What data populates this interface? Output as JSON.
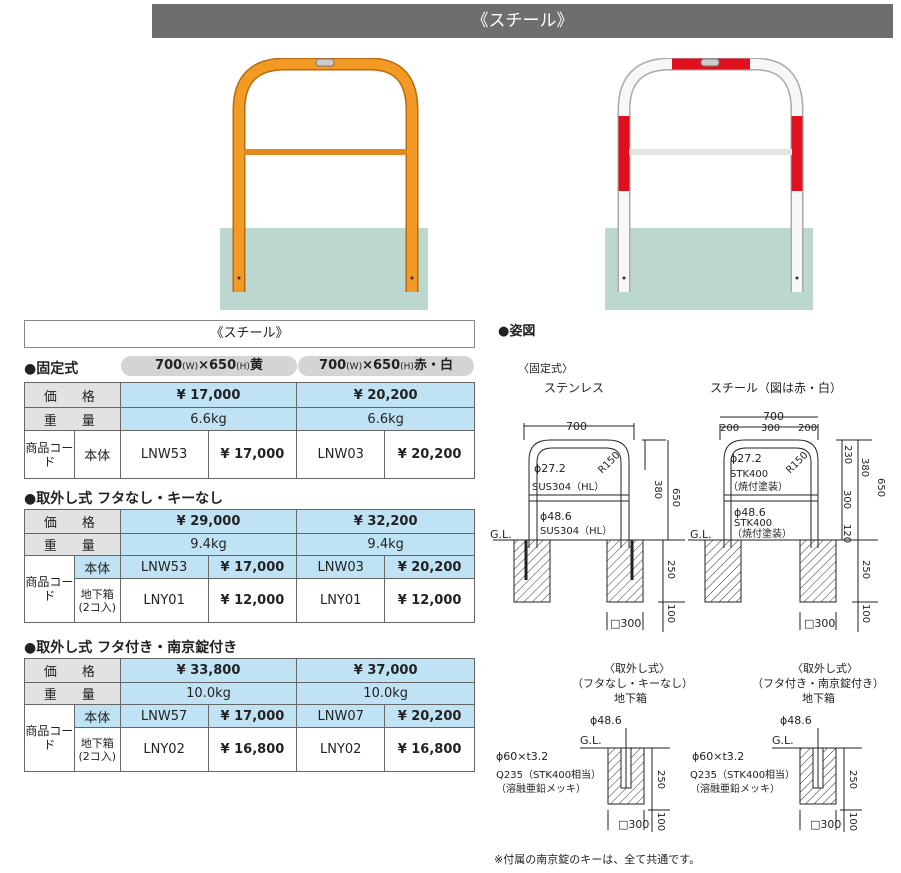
{
  "banner": "《スチール》",
  "table_title": "《スチール》",
  "pills": [
    {
      "size": "700",
      "w": "(W)",
      "x": "×",
      "h_val": "650",
      "h": "(H)",
      "color": "黄"
    },
    {
      "size": "700",
      "w": "(W)",
      "x": "×",
      "h_val": "650",
      "h": "(H)",
      "color": "赤・白"
    }
  ],
  "sections": [
    {
      "heading": "●固定式",
      "price_label": "価　格",
      "weight_label": "重　量",
      "code_label": "商品コード",
      "body_label": "本体",
      "prices": [
        "¥ 17,000",
        "¥ 20,200"
      ],
      "weights": [
        "6.6kg",
        "6.6kg"
      ],
      "body": [
        [
          "LNW53",
          "¥ 17,000"
        ],
        [
          "LNW03",
          "¥ 20,200"
        ]
      ]
    },
    {
      "heading": "●取外し式 フタなし・キーなし",
      "price_label": "価　格",
      "weight_label": "重　量",
      "code_label": "商品コード",
      "body_label": "本体",
      "box_label": "地下箱",
      "box_sub": "(2コ入)",
      "prices": [
        "¥ 29,000",
        "¥ 32,200"
      ],
      "weights": [
        "9.4kg",
        "9.4kg"
      ],
      "body": [
        [
          "LNW53",
          "¥ 17,000"
        ],
        [
          "LNW03",
          "¥ 20,200"
        ]
      ],
      "box": [
        [
          "LNY01",
          "¥ 12,000"
        ],
        [
          "LNY01",
          "¥ 12,000"
        ]
      ]
    },
    {
      "heading": "●取外し式 フタ付き・南京錠付き",
      "price_label": "価　格",
      "weight_label": "重　量",
      "code_label": "商品コード",
      "body_label": "本体",
      "box_label": "地下箱",
      "box_sub": "(2コ入)",
      "prices": [
        "¥ 33,800",
        "¥ 37,000"
      ],
      "weights": [
        "10.0kg",
        "10.0kg"
      ],
      "body": [
        [
          "LNW57",
          "¥ 17,000"
        ],
        [
          "LNW07",
          "¥ 20,200"
        ]
      ],
      "box": [
        [
          "LNY02",
          "¥ 16,800"
        ],
        [
          "LNY02",
          "¥ 16,800"
        ]
      ]
    }
  ],
  "diagram": {
    "heading": "●姿図",
    "fixed_label": "〈固定式〉",
    "stainless": "ステンレス",
    "steel": "スチール（図は赤・白）",
    "dims": {
      "w700": "700",
      "d200": "200",
      "d300": "300",
      "h380": "380",
      "h650": "650",
      "h230": "230",
      "h300": "300",
      "h120": "120",
      "h250": "250",
      "h100": "100",
      "r150": "R150",
      "sq300": "□300"
    },
    "phi272": "ϕ27.2",
    "sus_hl": "SUS304（HL）",
    "phi486": "ϕ48.6",
    "stk400": "STK400",
    "yaki": "（焼付塗装）",
    "gl": "G.L.",
    "rem1_a": "〈取外し式〉",
    "rem1_b": "（フタなし・キーなし）",
    "rem_c": "地下箱",
    "rem2_a": "〈取外し式〉",
    "rem2_b": "（フタ付き・南京錠付き）",
    "pipe": "ϕ60×t3.2",
    "q235": "Q235（STK400相当）",
    "galv": "（溶融亜鉛メッキ）"
  },
  "note": "※付属の南京錠のキーは、全て共通です。",
  "colors": {
    "yellow": "#f0961e",
    "red": "#e0101e",
    "ground": "#bcd6d0",
    "blue": "#bfe3f5"
  }
}
